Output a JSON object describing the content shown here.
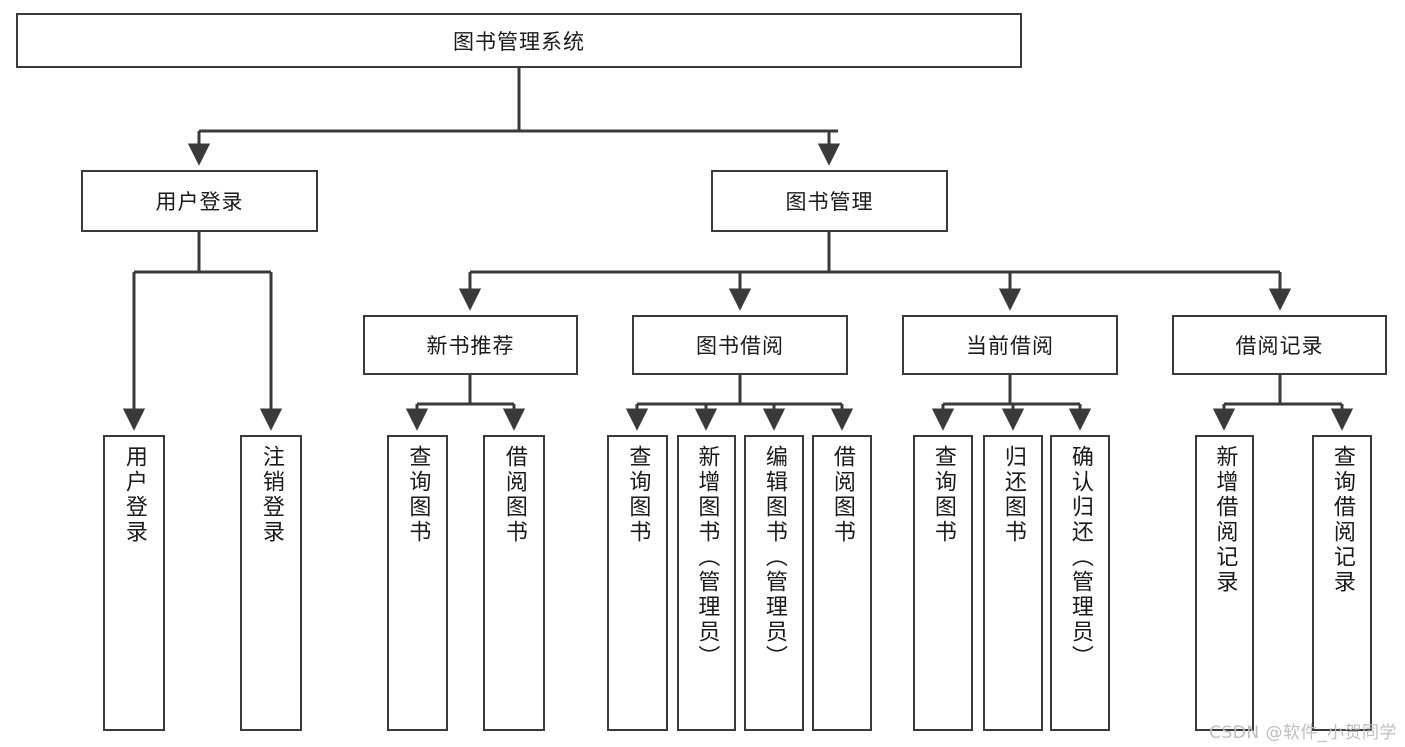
{
  "diagram": {
    "title": "图书管理系统",
    "type": "tree",
    "watermark": "CSDN @软件_小贺同学",
    "colors": {
      "stroke": "#3a3a3a",
      "fill": "#ffffff",
      "text": "#1a1a1a",
      "watermark": "#bdbdbd"
    },
    "nodes": {
      "root": {
        "label": "图书管理系统",
        "orientation": "horizontal"
      },
      "level2": [
        {
          "label": "用户登录",
          "orientation": "horizontal"
        },
        {
          "label": "图书管理",
          "orientation": "horizontal"
        }
      ],
      "level3": [
        {
          "label": "新书推荐",
          "orientation": "horizontal"
        },
        {
          "label": "图书借阅",
          "orientation": "horizontal"
        },
        {
          "label": "当前借阅",
          "orientation": "horizontal"
        },
        {
          "label": "借阅记录",
          "orientation": "horizontal"
        }
      ],
      "leaves": {
        "user_login": [
          {
            "label": "用户登录",
            "orientation": "vertical"
          },
          {
            "label": "注销登录",
            "orientation": "vertical"
          }
        ],
        "new_book_recommend": [
          {
            "label": "查询图书",
            "orientation": "vertical"
          },
          {
            "label": "借阅图书",
            "orientation": "vertical"
          }
        ],
        "book_borrow": [
          {
            "label": "查询图书",
            "orientation": "vertical"
          },
          {
            "label": "新增图书（管理员）",
            "orientation": "vertical"
          },
          {
            "label": "编辑图书（管理员）",
            "orientation": "vertical"
          },
          {
            "label": "借阅图书",
            "orientation": "vertical"
          }
        ],
        "current_borrow": [
          {
            "label": "查询图书",
            "orientation": "vertical"
          },
          {
            "label": "归还图书",
            "orientation": "vertical"
          },
          {
            "label": "确认归还（管理员）",
            "orientation": "vertical"
          }
        ],
        "borrow_record": [
          {
            "label": "新增借阅记录",
            "orientation": "vertical"
          },
          {
            "label": "查询借阅记录",
            "orientation": "vertical"
          }
        ]
      }
    }
  }
}
